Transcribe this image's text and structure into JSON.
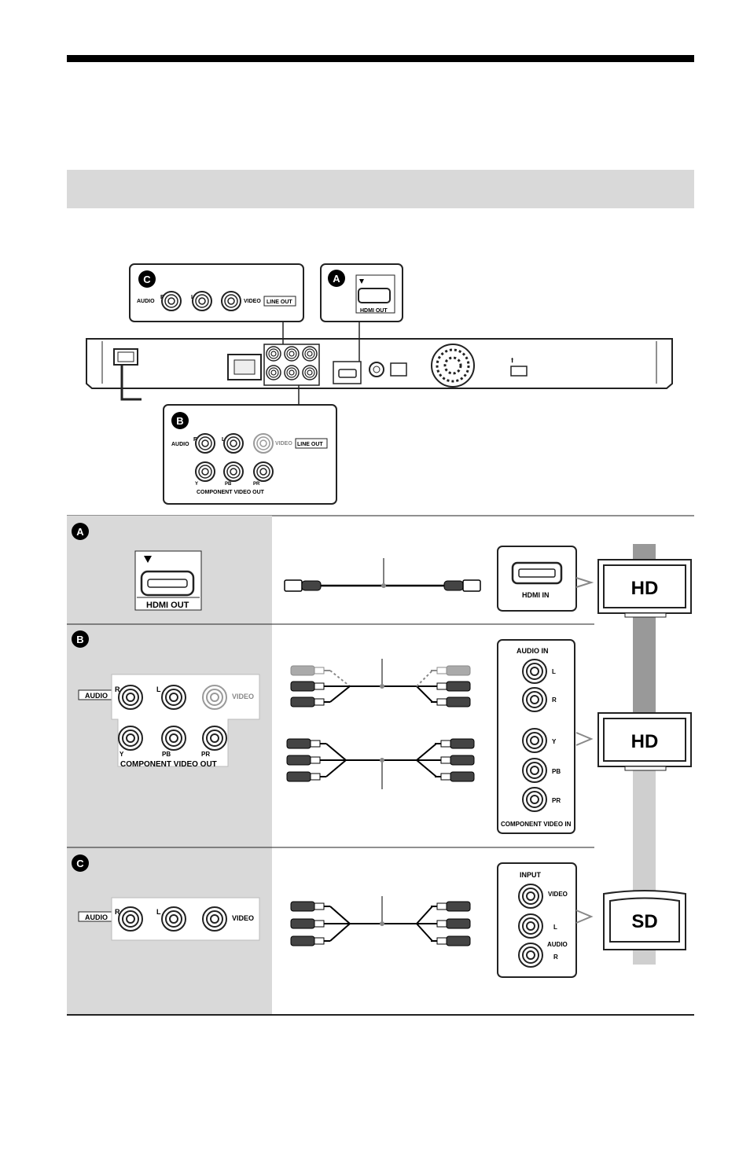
{
  "badges": {
    "a": "A",
    "b": "B",
    "c": "C"
  },
  "labels": {
    "audio": "AUDIO",
    "r": "R",
    "l": "L",
    "video": "VIDEO",
    "line_out": "LINE OUT",
    "hdmi_out": "HDMI OUT",
    "hdmi_in": "HDMI IN",
    "y": "Y",
    "pb": "PB",
    "pr": "PR",
    "component_video_out": "COMPONENT VIDEO OUT",
    "audio_in": "AUDIO IN",
    "component_video_in": "COMPONENT VIDEO IN",
    "input": "INPUT"
  },
  "tv_labels": {
    "hd1": "HD",
    "hd2": "HD",
    "sd": "SD"
  },
  "colors": {
    "panel_gray": "#d9d9d9",
    "column_dark": "#999999",
    "column_light": "#d0d0d0"
  }
}
